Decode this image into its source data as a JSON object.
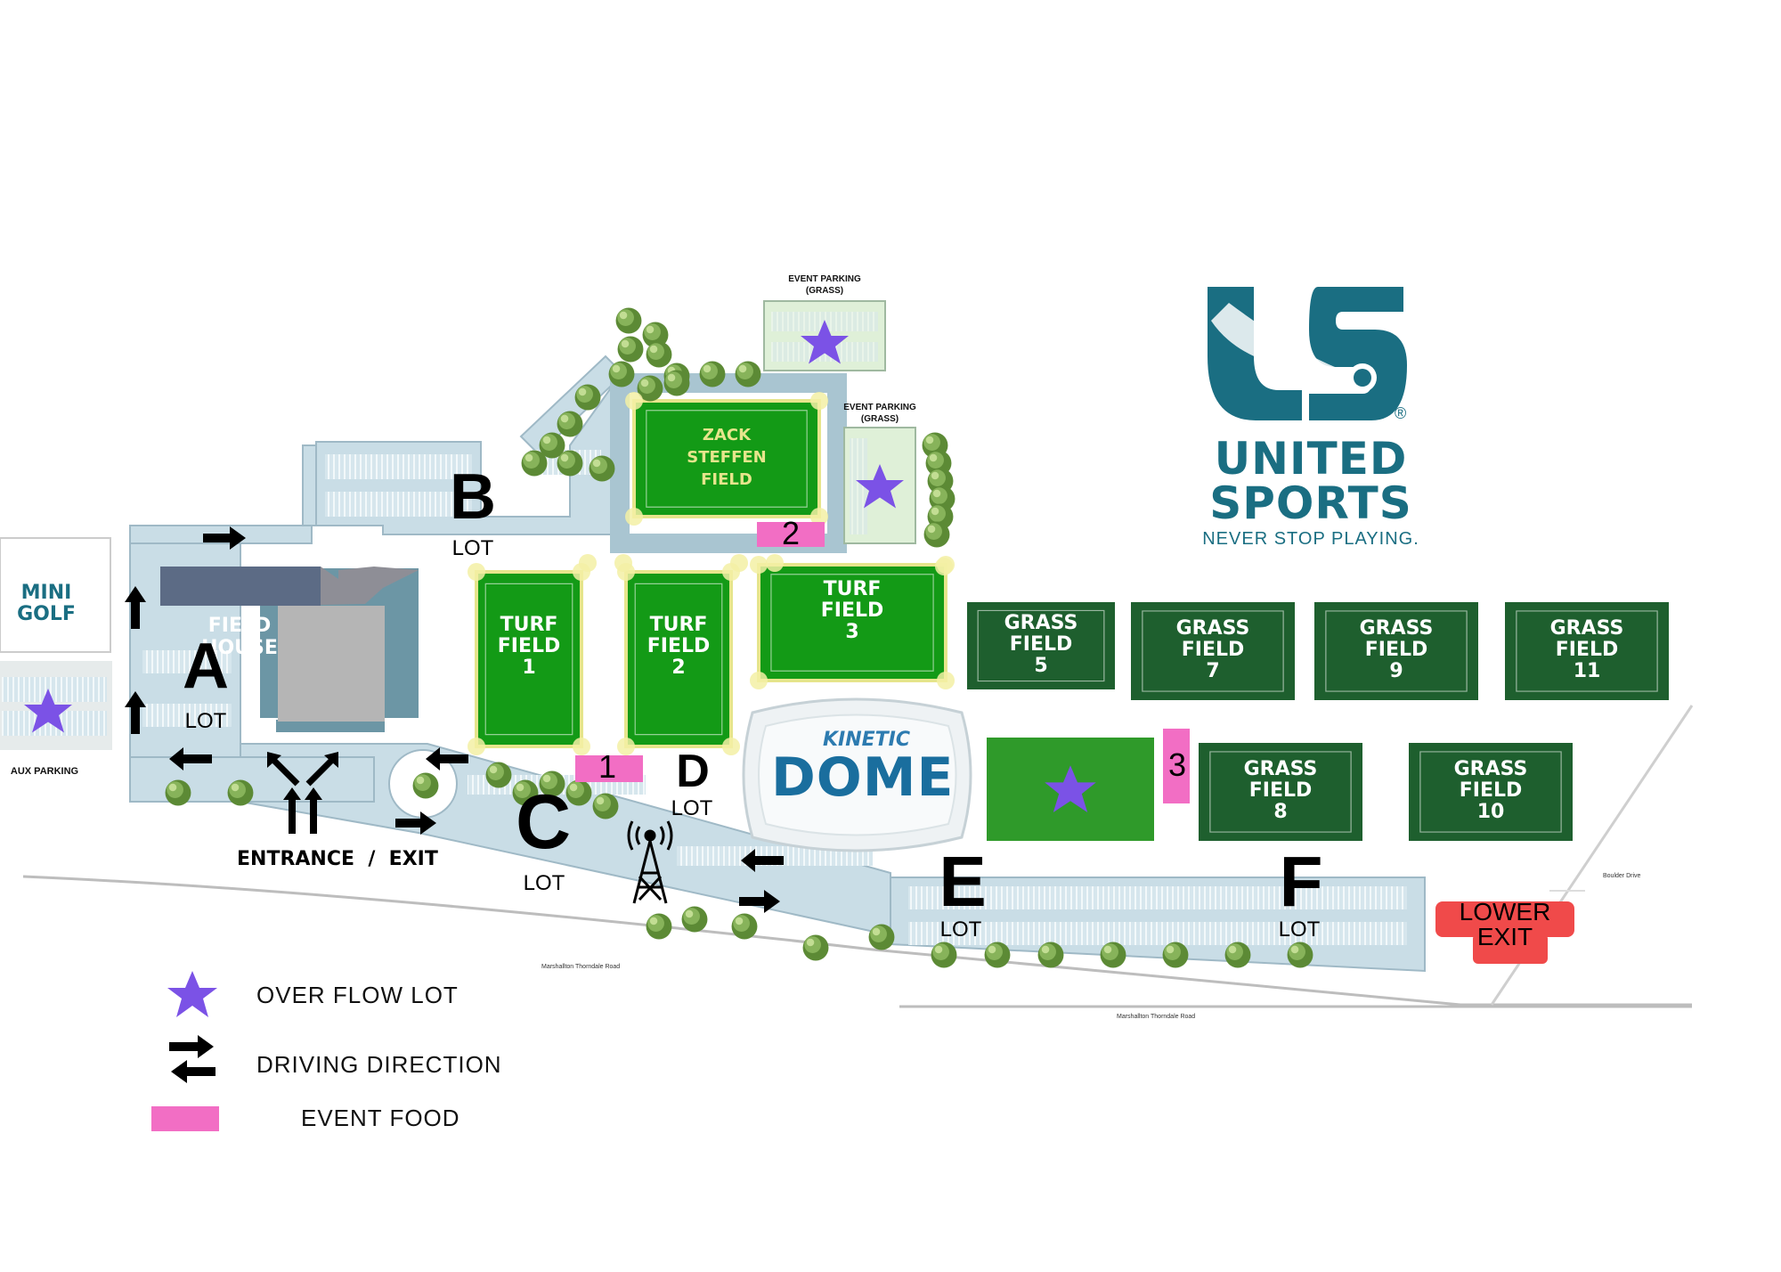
{
  "brand": {
    "name_line1": "UNITED",
    "name_line2": "SPORTS",
    "tagline": "NEVER STOP PLAYING.",
    "registered": "®",
    "color_primary": "#1a6e82"
  },
  "venues": {
    "mini_golf": "MINI\nGOLF",
    "field_house": "FIELD HOUSE",
    "dome_top": "KINETIC",
    "dome_main": "DOME"
  },
  "fields": [
    {
      "label": "ZACK\nSTEFFEN\nFIELD",
      "kind": "turf"
    },
    {
      "label": "TURF\nFIELD\n1",
      "kind": "turf"
    },
    {
      "label": "TURF\nFIELD\n2",
      "kind": "turf"
    },
    {
      "label": "TURF\nFIELD\n3",
      "kind": "turf"
    },
    {
      "label": "GRASS\nFIELD\n5",
      "kind": "grass"
    },
    {
      "label": "GRASS\nFIELD\n7",
      "kind": "grass"
    },
    {
      "label": "GRASS\nFIELD\n9",
      "kind": "grass"
    },
    {
      "label": "GRASS\nFIELD\n11",
      "kind": "grass"
    },
    {
      "label": "GRASS\nFIELD\n8",
      "kind": "grass"
    },
    {
      "label": "GRASS\nFIELD\n10",
      "kind": "grass"
    }
  ],
  "lots": [
    {
      "letter": "A",
      "word": "LOT"
    },
    {
      "letter": "B",
      "word": "LOT"
    },
    {
      "letter": "C",
      "word": "LOT"
    },
    {
      "letter": "D",
      "word": "LOT"
    },
    {
      "letter": "E",
      "word": "LOT"
    },
    {
      "letter": "F",
      "word": "LOT"
    }
  ],
  "event_parking": [
    {
      "line1": "EVENT PARKING",
      "line2": "(GRASS)"
    },
    {
      "line1": "EVENT PARKING",
      "line2": "(GRASS)"
    }
  ],
  "food_markers": [
    "1",
    "2",
    "3"
  ],
  "aux_parking": "AUX PARKING",
  "entrance_exit": "ENTRANCE  /  EXIT",
  "lower_exit": "LOWER\nEXIT",
  "roads": {
    "road_left": "Marshallton Thorndale Road",
    "road_bottom": "Marshallton Thorndale Road",
    "road_right": "Boulder Drive"
  },
  "legend": [
    {
      "icon": "star-icon",
      "label": "OVER FLOW LOT"
    },
    {
      "icon": "double-arrow-icon",
      "label": "DRIVING DIRECTION"
    },
    {
      "icon": "food-swatch",
      "label": "EVENT FOOD"
    }
  ],
  "colors": {
    "turf": "#139a16",
    "grass": "#1e5f2e",
    "overflow_star": "#7b52e6",
    "food": "#f26ec4",
    "lower_exit": "#f04a4a",
    "road": "#c9dde6"
  }
}
